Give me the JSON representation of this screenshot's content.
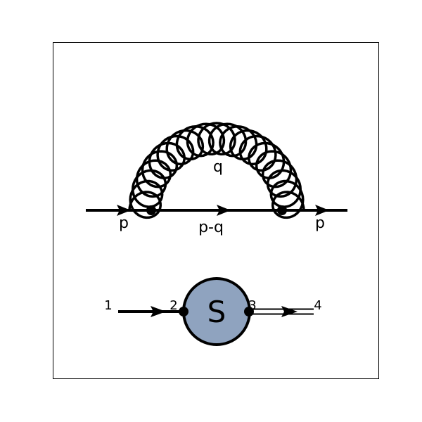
{
  "diagram1": {
    "labels": {
      "incoming_momentum": "p",
      "internal_momentum": "p-q",
      "outgoing_momentum": "p",
      "gluon_momentum": "q"
    }
  },
  "diagram2": {
    "blob_label": "S",
    "blob_color": "#8fa3bf",
    "vertex_labels": [
      "1",
      "2",
      "3",
      "4"
    ]
  },
  "colors": {
    "line": "#000000",
    "background": "#ffffff"
  }
}
